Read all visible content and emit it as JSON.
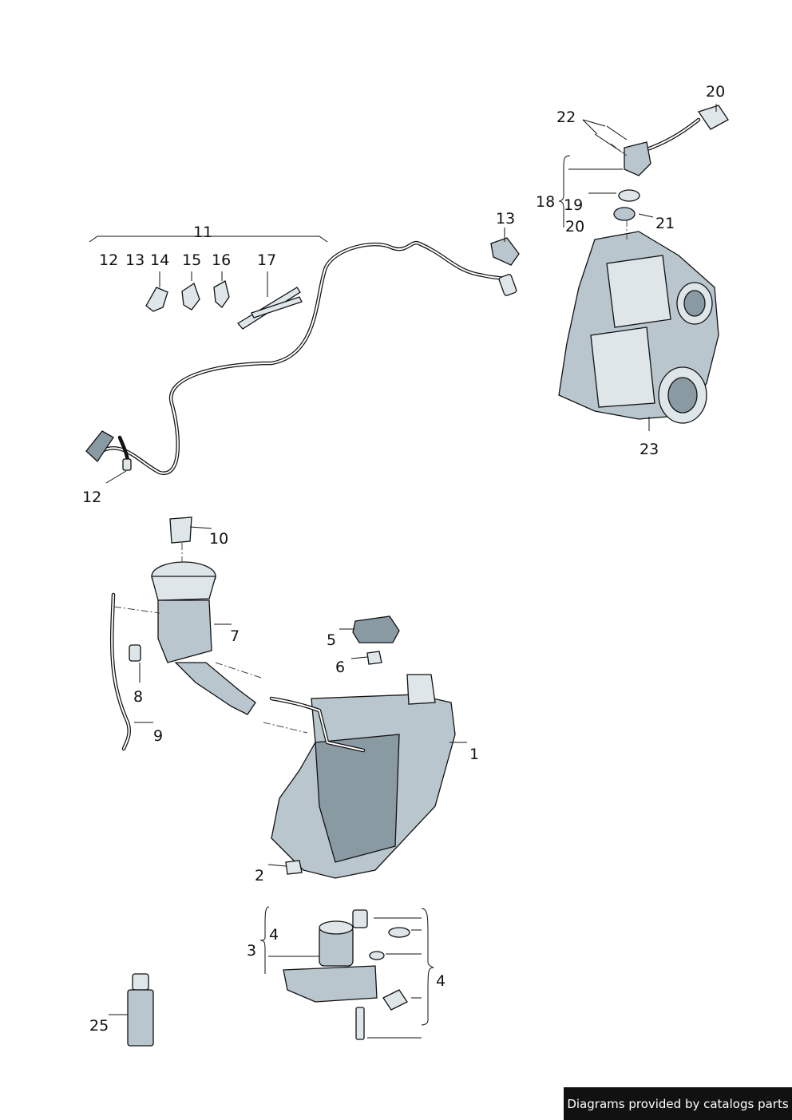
{
  "labels": {
    "n1": "1",
    "n2": "2",
    "n3": "3",
    "n4a": "4",
    "n4b": "4",
    "n5": "5",
    "n6": "6",
    "n7": "7",
    "n8": "8",
    "n9": "9",
    "n10": "10",
    "n11": "11",
    "n12a": "12",
    "n12b": "12",
    "n13a": "13",
    "n13b": "13",
    "n14": "14",
    "n15": "15",
    "n16": "16",
    "n17": "17",
    "n18": "18",
    "n19": "19",
    "n20a": "20",
    "n20b": "20",
    "n21": "21",
    "n22": "22",
    "n23": "23",
    "n25": "25"
  },
  "footer": {
    "text": "Diagrams provided by catalogs parts"
  }
}
